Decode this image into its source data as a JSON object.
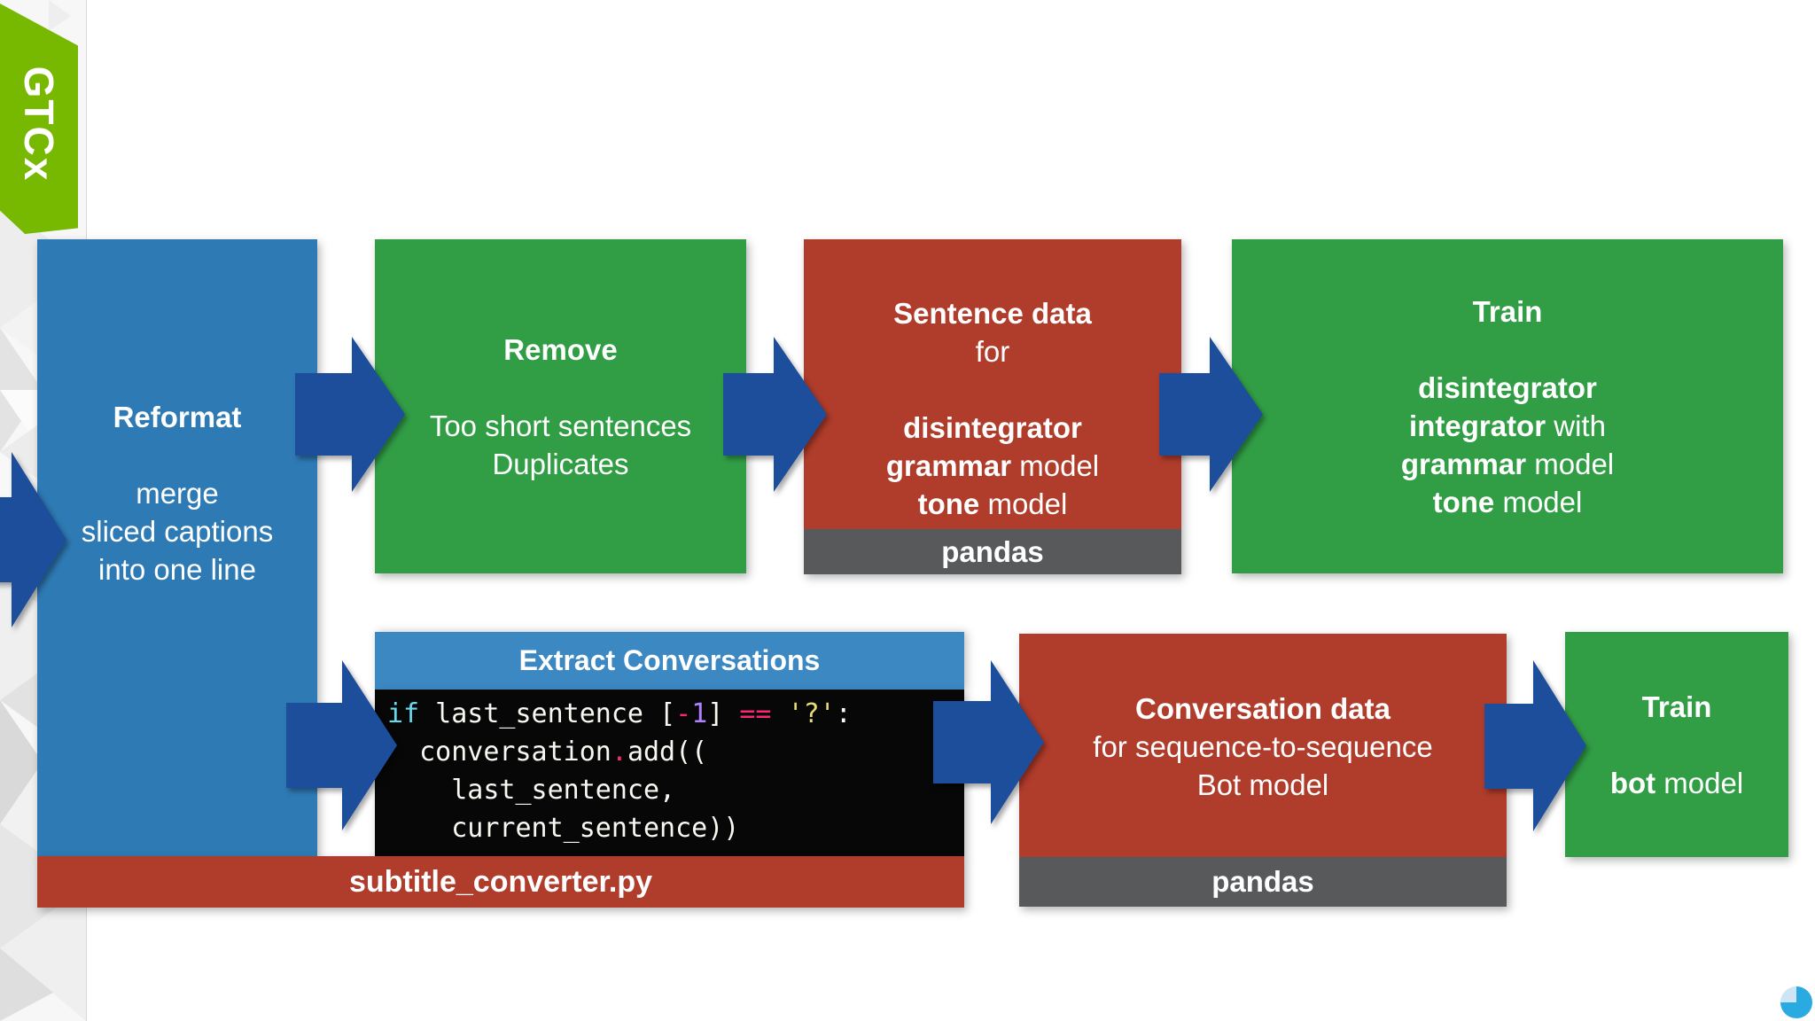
{
  "brand": {
    "logo_text": "GTCx",
    "logo_bg": "#76b900"
  },
  "colors": {
    "process_blue": "#2e7ab4",
    "header_blue": "#3b88c2",
    "green": "#319e46",
    "red": "#b03c2b",
    "gray_bar": "#58595b",
    "arrow_blue": "#1c4e9c",
    "code_background": "#070707",
    "icon_blue": "#29abe2",
    "icon_light": "#cfe4f4"
  },
  "boxes": {
    "reformat": {
      "lines": [
        [
          {
            "t": "Reformat",
            "b": 1
          }
        ],
        [],
        [
          {
            "t": "merge"
          }
        ],
        [
          {
            "t": "sliced captions"
          }
        ],
        [
          {
            "t": "into one line"
          }
        ]
      ]
    },
    "remove": {
      "lines": [
        [
          {
            "t": "Remove",
            "b": 1
          }
        ],
        [],
        [
          {
            "t": "Too short sentences"
          }
        ],
        [
          {
            "t": "Duplicates"
          }
        ]
      ]
    },
    "sentence_data": {
      "lines": [
        [
          {
            "t": "Sentence data",
            "b": 1
          }
        ],
        [
          {
            "t": "for"
          }
        ],
        [],
        [
          {
            "t": "disintegrator",
            "b": 1
          }
        ],
        [
          {
            "t": "grammar",
            "b": 1
          },
          {
            "t": " model"
          }
        ],
        [
          {
            "t": "tone",
            "b": 1
          },
          {
            "t": " model"
          }
        ]
      ],
      "footer": "pandas"
    },
    "train_models": {
      "lines": [
        [
          {
            "t": "Train",
            "b": 1
          }
        ],
        [],
        [
          {
            "t": "disintegrator",
            "b": 1
          }
        ],
        [
          {
            "t": "integrator",
            "b": 1
          },
          {
            "t": " with"
          }
        ],
        [
          {
            "t": "grammar",
            "b": 1
          },
          {
            "t": " model"
          }
        ],
        [
          {
            "t": "tone",
            "b": 1
          },
          {
            "t": " model"
          }
        ]
      ]
    },
    "extract_conversations": {
      "header": "Extract Conversations",
      "code": [
        [
          {
            "t": "if",
            "c": "kw"
          },
          {
            "t": " last_sentence ",
            "c": "pl"
          },
          {
            "t": "[",
            "c": "pl"
          },
          {
            "t": "-",
            "c": "op"
          },
          {
            "t": "1",
            "c": "num"
          },
          {
            "t": "] ",
            "c": "pl"
          },
          {
            "t": "==",
            "c": "op"
          },
          {
            "t": " ",
            "c": "pl"
          },
          {
            "t": "'?'",
            "c": "str"
          },
          {
            "t": ":",
            "c": "pl"
          }
        ],
        [
          {
            "t": "  conversation",
            "c": "pl"
          },
          {
            "t": ".",
            "c": "op"
          },
          {
            "t": "add((",
            "c": "pl"
          }
        ],
        [
          {
            "t": "    last_sentence,",
            "c": "pl"
          }
        ],
        [
          {
            "t": "    current_sentence))",
            "c": "pl"
          }
        ]
      ],
      "file_bar": "subtitle_converter.py"
    },
    "conversation_data": {
      "lines": [
        [
          {
            "t": "Conversation data",
            "b": 1
          }
        ],
        [
          {
            "t": "for sequence-to-sequence"
          }
        ],
        [
          {
            "t": "Bot model"
          }
        ]
      ],
      "footer": "pandas"
    },
    "train_bot": {
      "lines": [
        [
          {
            "t": "Train",
            "b": 1
          }
        ],
        [],
        [
          {
            "t": "bot",
            "b": 1
          },
          {
            "t": " model"
          }
        ]
      ]
    }
  }
}
